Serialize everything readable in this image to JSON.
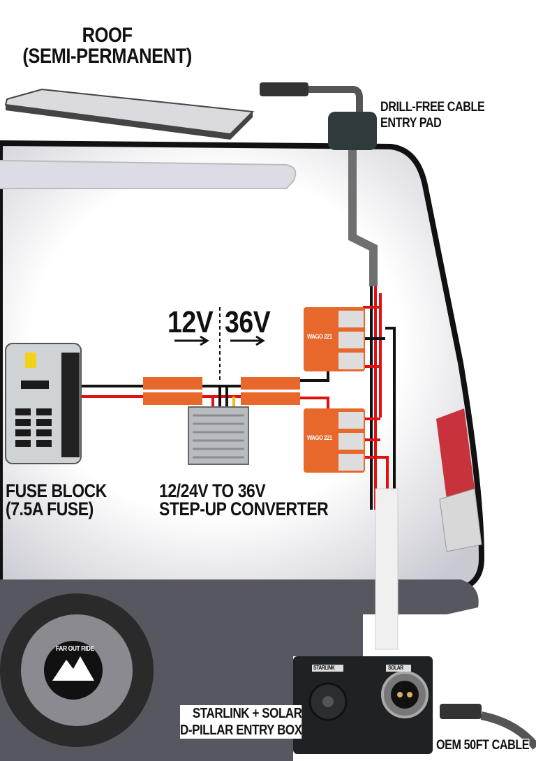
{
  "roof_label": {
    "line1": "ROOF",
    "line2": "(SEMI-PERMANENT)"
  },
  "entry_pad_label": {
    "line1": "DRILL-FREE CABLE",
    "line2": "ENTRY PAD"
  },
  "voltage_labels": {
    "left": "12V",
    "right": "36V"
  },
  "fuse_block_label": {
    "line1": "FUSE BLOCK",
    "line2": "(7.5A FUSE)"
  },
  "converter_label": {
    "line1": "12/24V TO 36V",
    "line2": "STEP-UP CONVERTER"
  },
  "entry_box_label": {
    "line1": "STARLINK + SOLAR",
    "line2": "D-PILLAR ENTRY BOX"
  },
  "entry_box_ports": {
    "left": "STARLINK",
    "right": "SOLAR"
  },
  "cable_label": "OEM 50FT CABLE",
  "connector_text": "WAGO 221",
  "logo_text": "FAR OUT RIDE",
  "colors": {
    "wire_red": "#e01010",
    "wire_black": "#111111",
    "wago_orange": "#e8672a",
    "cable_gray": "#6f6f6f"
  }
}
